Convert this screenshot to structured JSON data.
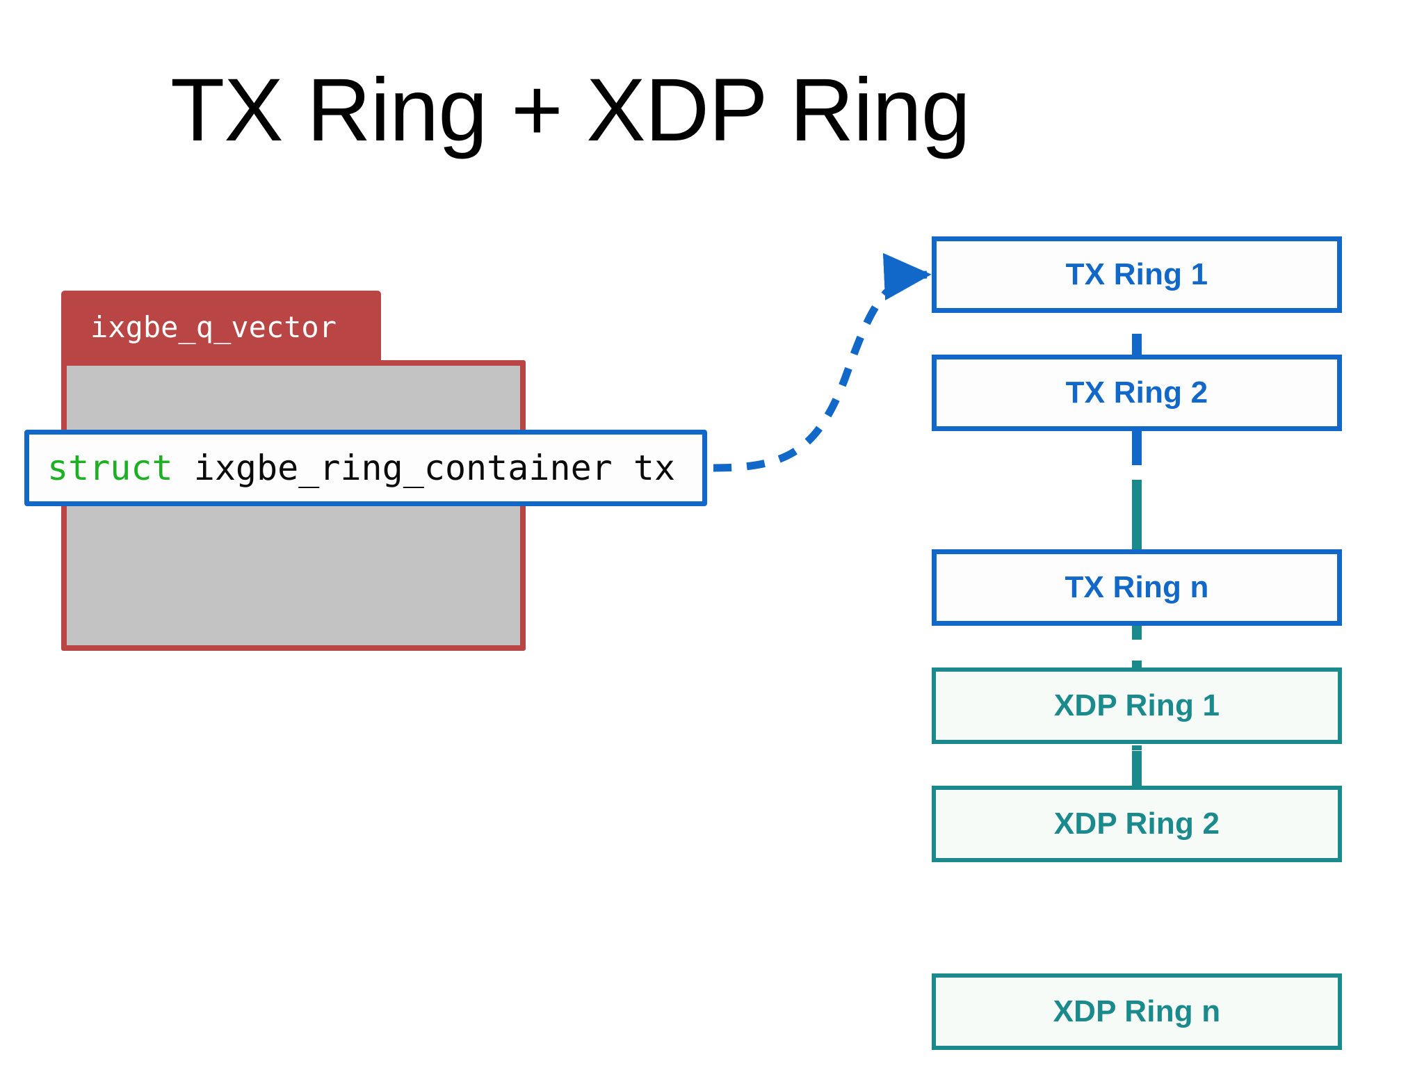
{
  "title": "TX Ring + XDP Ring",
  "qvector": {
    "tab_label": "ixgbe_q_vector"
  },
  "struct_box": {
    "keyword": "struct",
    "rest": " ixgbe_ring_container tx",
    "full_text": "struct ixgbe_ring_container tx"
  },
  "rings": {
    "tx": [
      {
        "label": "TX Ring 1"
      },
      {
        "label": "TX Ring 2"
      },
      {
        "label": "TX Ring n"
      }
    ],
    "xdp": [
      {
        "label": "XDP Ring 1"
      },
      {
        "label": "XDP Ring 2"
      },
      {
        "label": "XDP Ring n"
      }
    ]
  },
  "colors": {
    "blue": "#1168c8",
    "teal": "#1a8a8c",
    "red": "#b94545",
    "gray": "#c3c3c3",
    "keyword_green": "#1db024",
    "background": "#ffffff"
  }
}
